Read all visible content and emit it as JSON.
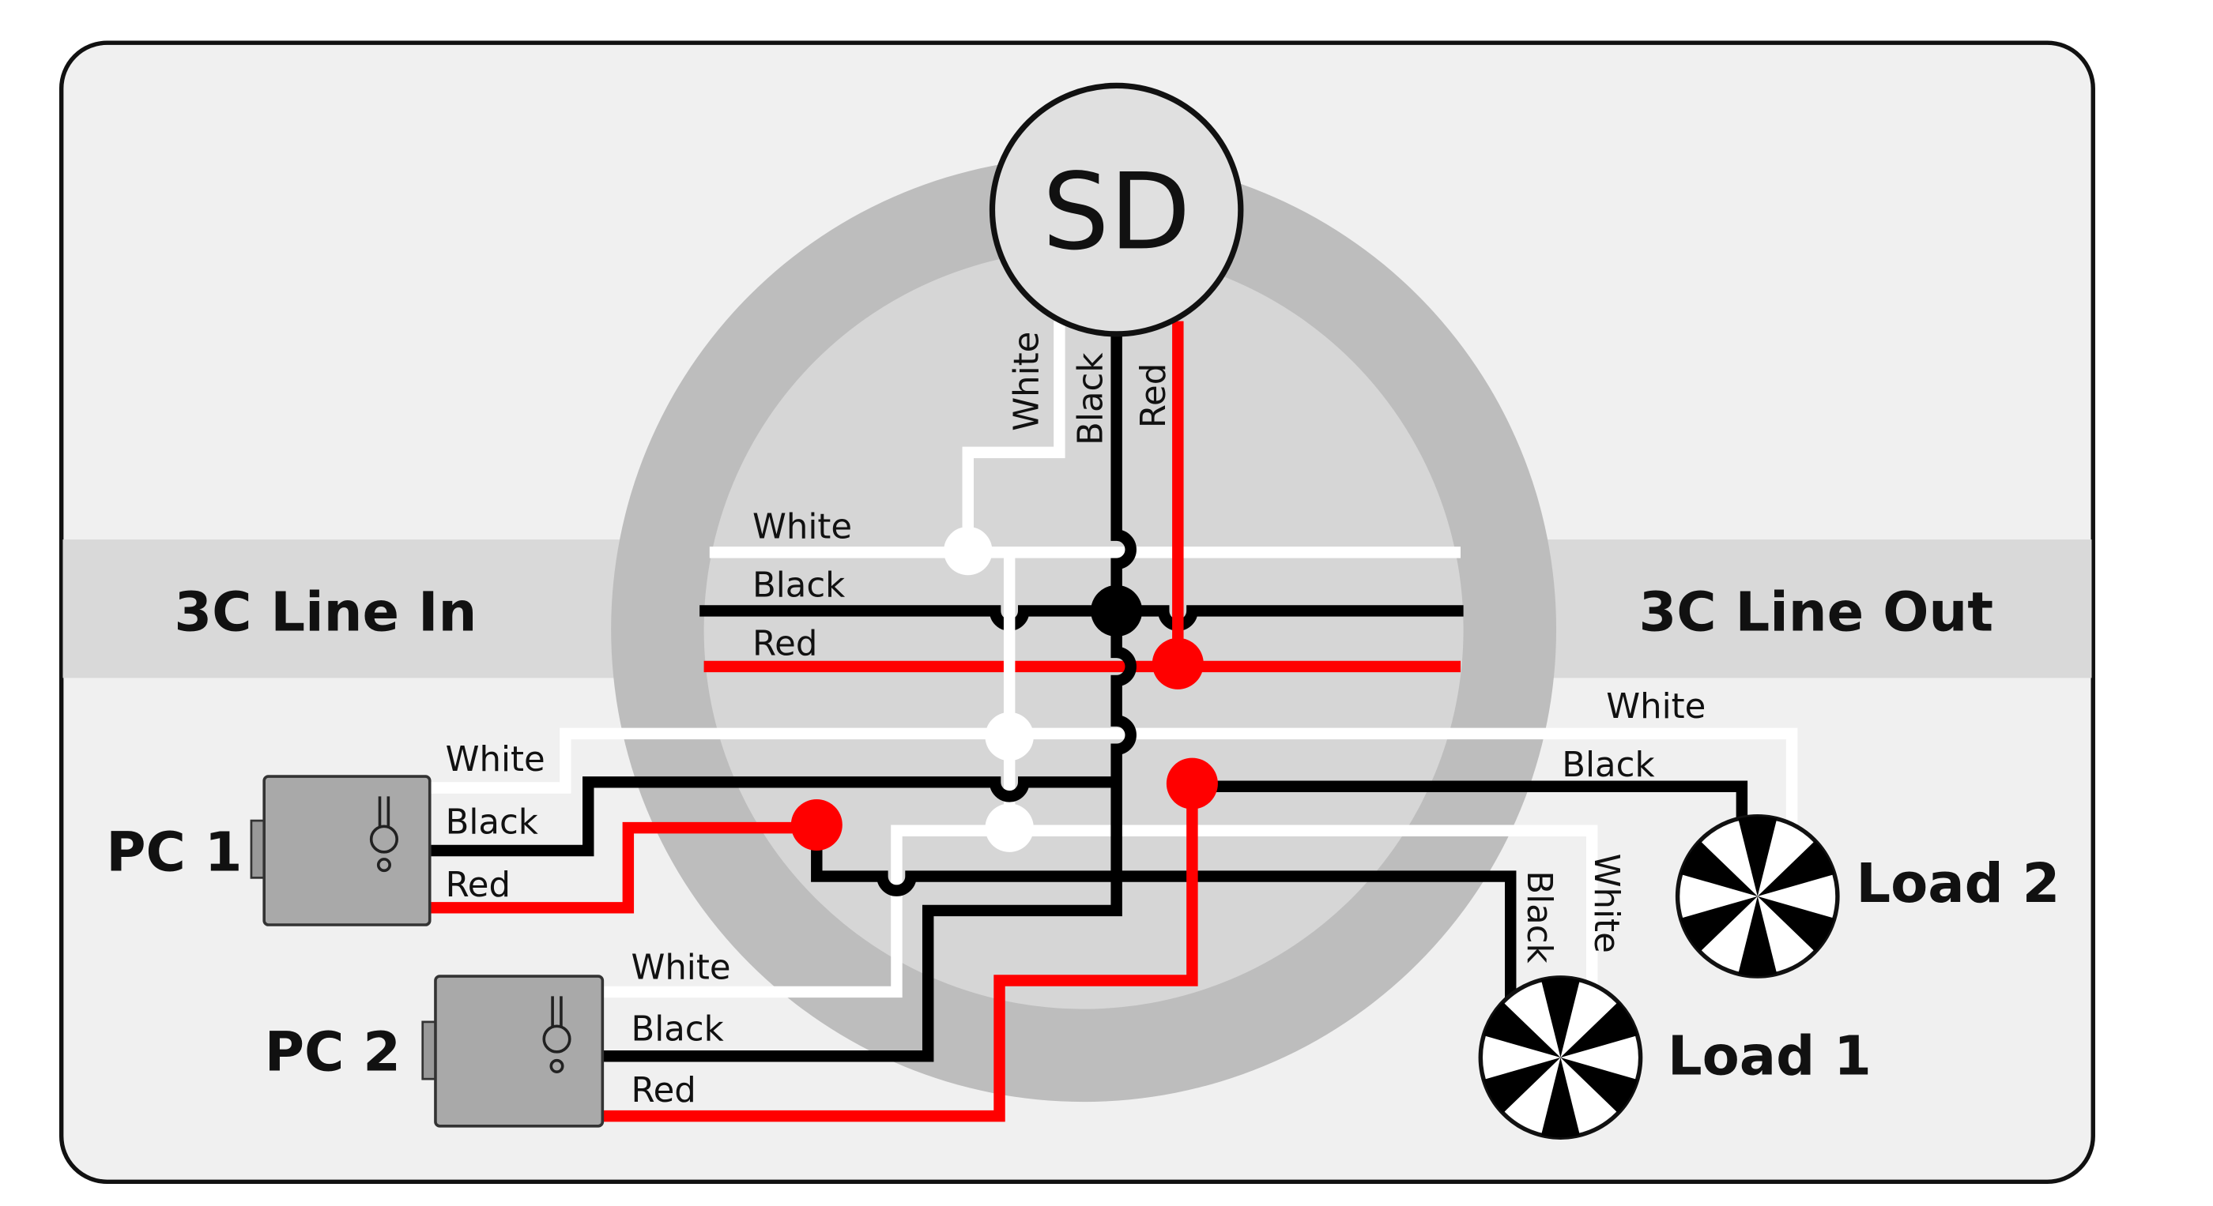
{
  "diagram": {
    "center_device": "SD",
    "line_in": "3C Line In",
    "line_out": "3C Line Out",
    "sd_wires": [
      "White",
      "Black",
      "Red"
    ],
    "bus_wires": [
      "White",
      "Black",
      "Red"
    ],
    "pc1": {
      "label": "PC 1",
      "wires": [
        "White",
        "Black",
        "Red"
      ]
    },
    "pc2": {
      "label": "PC 2",
      "wires": [
        "White",
        "Black",
        "Red"
      ]
    },
    "load1": {
      "label": "Load 1",
      "wires": [
        "Black",
        "White"
      ]
    },
    "load2": {
      "label": "Load 2",
      "wires": [
        "White",
        "Black"
      ]
    },
    "colors": {
      "white_wire": "#ffffff",
      "black_wire": "#000000",
      "red_wire": "#ff0000",
      "background": "#f0f0f0",
      "band": "#d9d9d9"
    }
  }
}
